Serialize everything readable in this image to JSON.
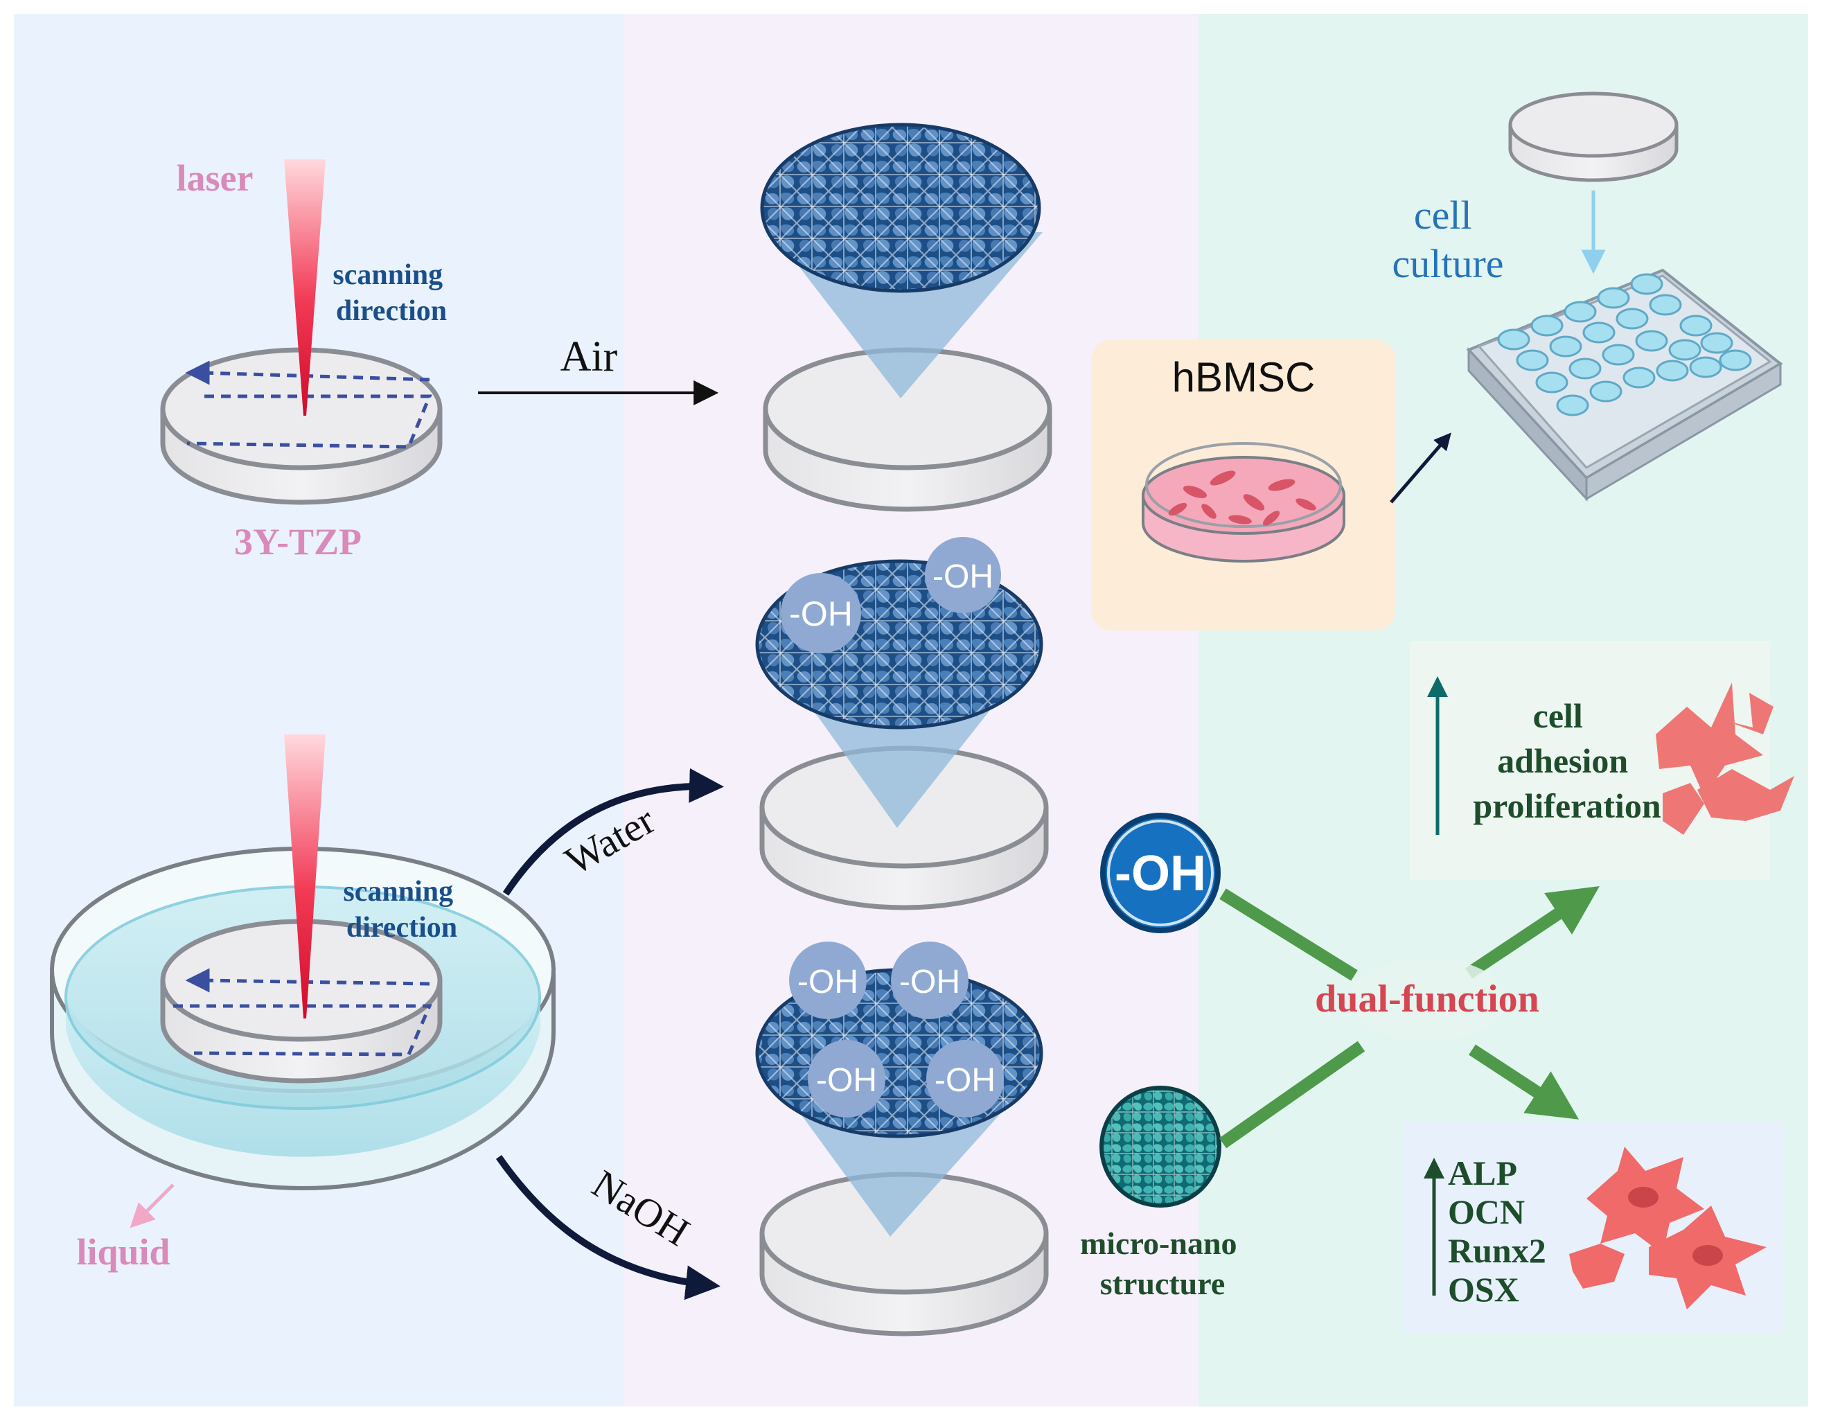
{
  "labels": {
    "laser": "laser",
    "scanning_top": [
      "scanning",
      "direction"
    ],
    "scanning_bottom": [
      "scanning",
      "direction"
    ],
    "material": "3Y-TZP",
    "liquid": "liquid",
    "air": "Air",
    "water": "Water",
    "naoh": "NaOH",
    "oh": "-OH",
    "hbmsc": "hBMSC",
    "cell_culture": [
      "cell",
      "culture"
    ],
    "adhesion": [
      "cell",
      "adhesion",
      "proliferation"
    ],
    "dual_function": "dual-function",
    "micro_nano": [
      "micro-nano",
      "structure"
    ],
    "markers": [
      "ALP",
      "OCN",
      "Runx2",
      "OSX"
    ]
  },
  "colors": {
    "panel_left": "#eaf3fd",
    "panel_middle": "#f6f0fb",
    "panel_right": "#e3f5f1",
    "laser_red": "#ee1b3a",
    "laser_label": "#d98aba",
    "scan_blue": "#1a4f8a",
    "oh_blue": "#8fa9d3",
    "oh_strong": "#1672c0",
    "green_arrow": "#4e9a4a",
    "dark_green_text": "#1e4d2b",
    "dual_red": "#d64552",
    "cell_pink": "#ee6a68",
    "culture_blue": "#2673b8"
  }
}
